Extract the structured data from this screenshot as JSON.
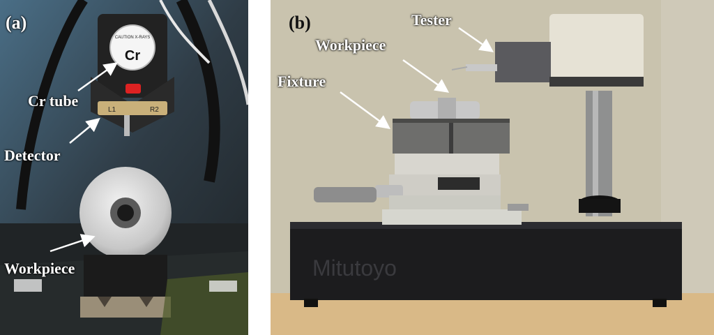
{
  "panels": {
    "a": {
      "tag": "(a)",
      "labels": {
        "cr_tube": "Cr tube",
        "detector": "Detector",
        "workpiece": "Workpiece"
      },
      "tube_badge": "Cr",
      "tube_caution": "CAUTION X-RAYS",
      "detector_marks": [
        "L1",
        "R2"
      ]
    },
    "b": {
      "tag": "(b)",
      "labels": {
        "tester": "Tester",
        "workpiece": "Workpiece",
        "fixture": "Fixture"
      },
      "base_brand": "Mitutoyo"
    }
  },
  "colors": {
    "label_text": "#ffffff",
    "arrow": "#ffffff",
    "wall_b": "#c9c3ae",
    "granite": "#1c1c1e",
    "tester_body": "#e6e2d5"
  }
}
